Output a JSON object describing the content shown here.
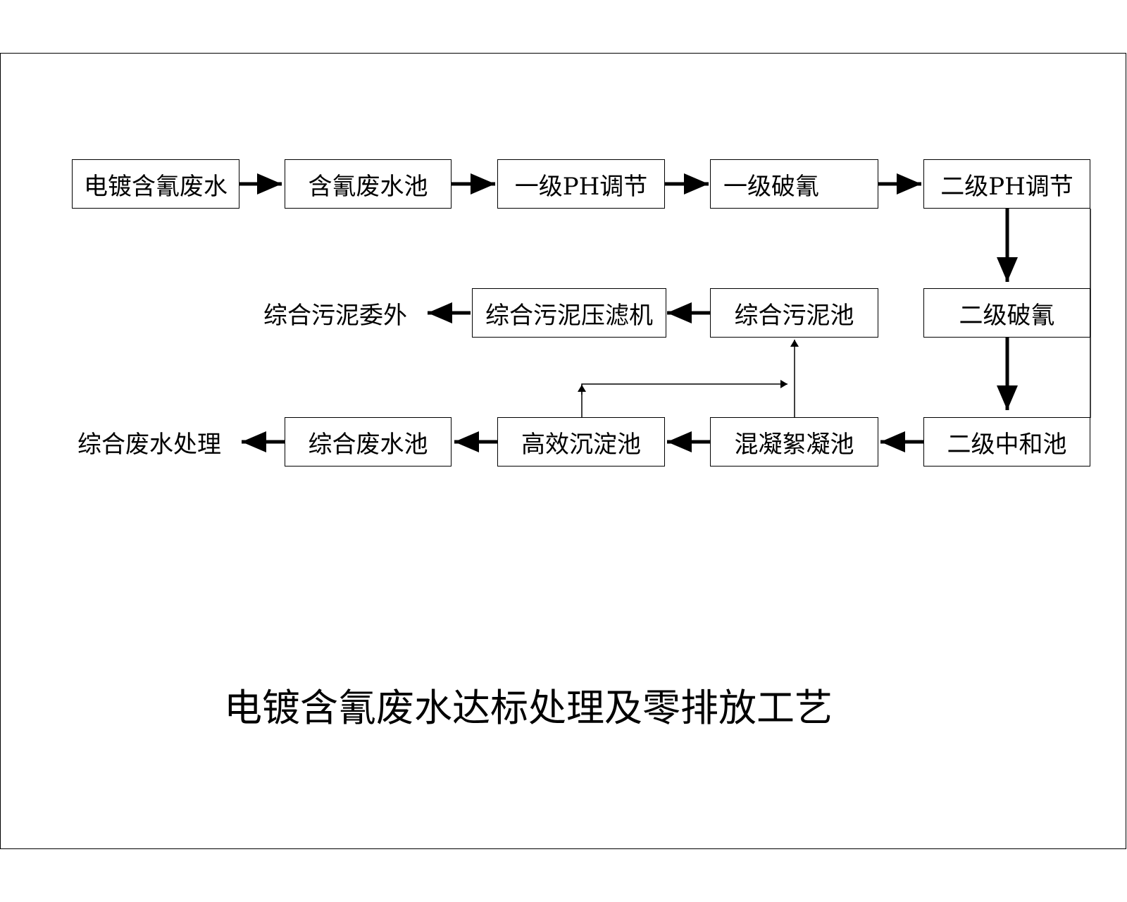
{
  "title": "电镀含氰废水达标处理及零排放工艺",
  "nodes": {
    "source": "电镀含氰废水",
    "cyanide_pool": "含氰废水池",
    "ph1": "一级PH调节",
    "break1": "一级破氰",
    "ph2": "二级PH调节",
    "break2": "二级破氰",
    "neutral": "二级中和池",
    "coag": "混凝絮凝池",
    "settle": "高效沉淀池",
    "combined_pool": "综合废水池",
    "combined_treat": "综合废水处理",
    "sludge_pool": "综合污泥池",
    "filter_press": "综合污泥压滤机",
    "sludge_out": "综合污泥委外"
  },
  "colors": {
    "line": "#000000",
    "background": "#ffffff"
  }
}
